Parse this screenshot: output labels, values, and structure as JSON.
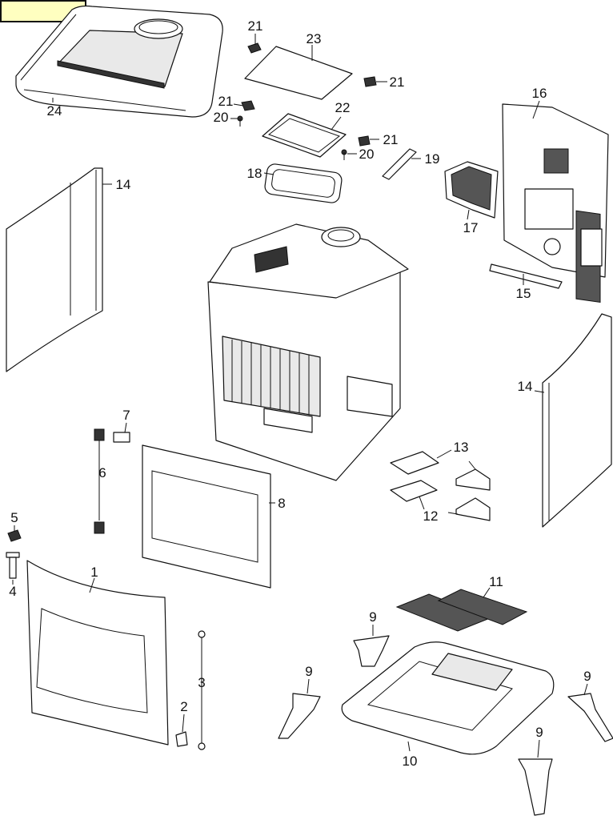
{
  "diagram": {
    "callouts": [
      {
        "id": "c1",
        "label": "1"
      },
      {
        "id": "c2",
        "label": "2"
      },
      {
        "id": "c3",
        "label": "3"
      },
      {
        "id": "c4",
        "label": "4"
      },
      {
        "id": "c5",
        "label": "5"
      },
      {
        "id": "c6",
        "label": "6"
      },
      {
        "id": "c7",
        "label": "7"
      },
      {
        "id": "c8",
        "label": "8"
      },
      {
        "id": "c9a",
        "label": "9"
      },
      {
        "id": "c9b",
        "label": "9"
      },
      {
        "id": "c9c",
        "label": "9"
      },
      {
        "id": "c9d",
        "label": "9"
      },
      {
        "id": "c10",
        "label": "10"
      },
      {
        "id": "c11",
        "label": "11"
      },
      {
        "id": "c12",
        "label": "12"
      },
      {
        "id": "c13",
        "label": "13"
      },
      {
        "id": "c14a",
        "label": "14"
      },
      {
        "id": "c14b",
        "label": "14"
      },
      {
        "id": "c15",
        "label": "15"
      },
      {
        "id": "c16",
        "label": "16"
      },
      {
        "id": "c17",
        "label": "17"
      },
      {
        "id": "c18",
        "label": "18"
      },
      {
        "id": "c19",
        "label": "19"
      },
      {
        "id": "c20a",
        "label": "20"
      },
      {
        "id": "c20b",
        "label": "20"
      },
      {
        "id": "c21a",
        "label": "21"
      },
      {
        "id": "c21b",
        "label": "21"
      },
      {
        "id": "c21c",
        "label": "21"
      },
      {
        "id": "c21d",
        "label": "21"
      },
      {
        "id": "c22",
        "label": "22"
      },
      {
        "id": "c23",
        "label": "23"
      },
      {
        "id": "c24",
        "label": "24"
      }
    ],
    "colors": {
      "line": "#111111",
      "background": "#ffffff",
      "corner_box": "#ffffc0"
    }
  }
}
